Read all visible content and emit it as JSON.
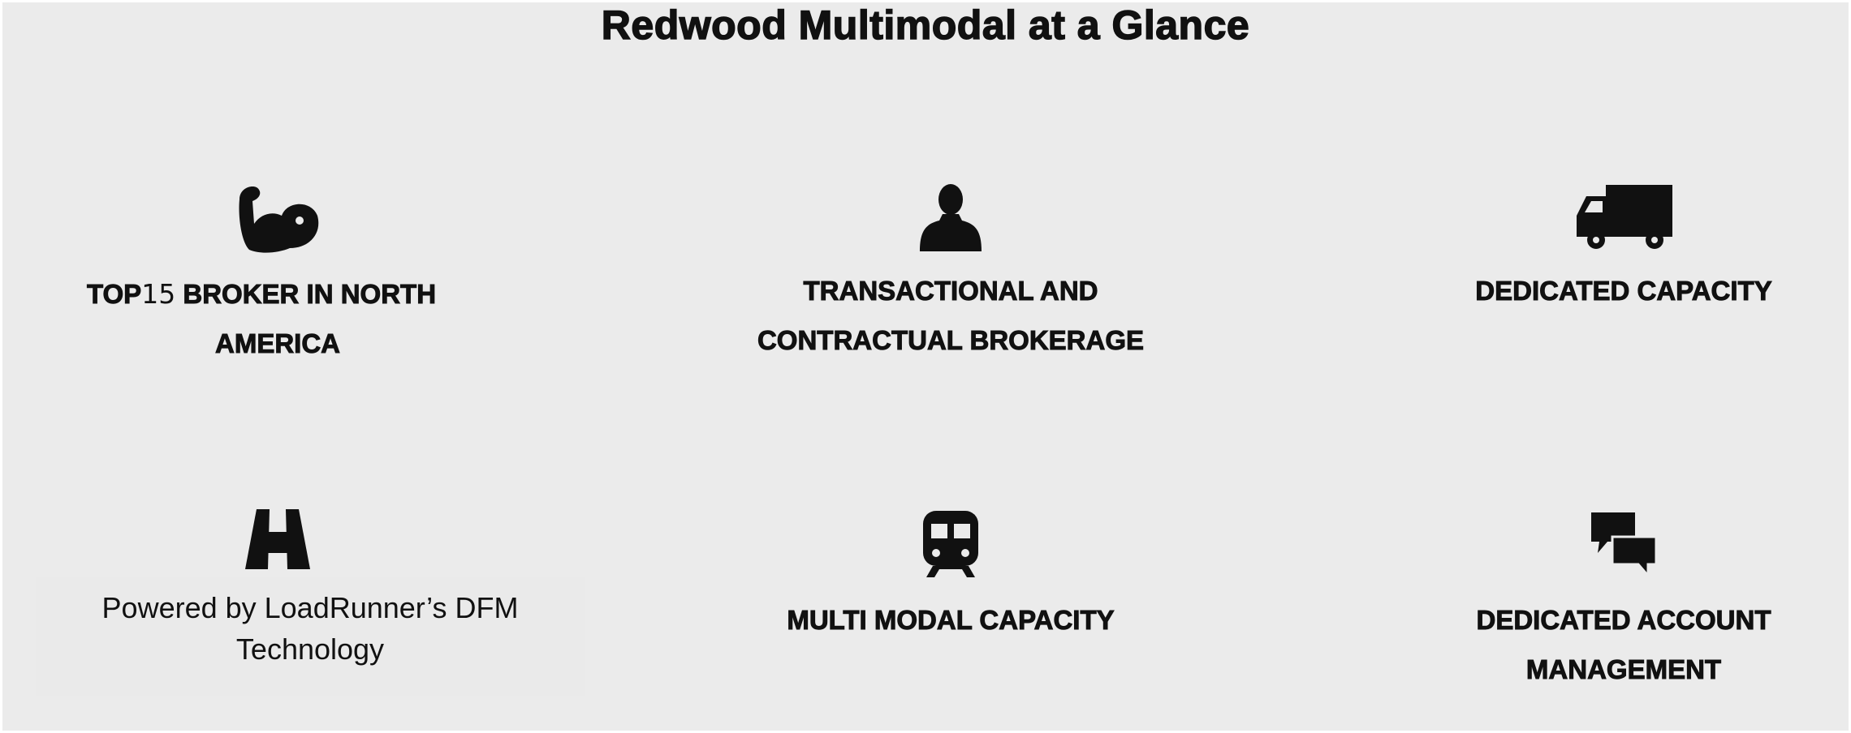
{
  "title": "Redwood Multimodal at a Glance",
  "features": [
    {
      "icon": "flexed-bicep-icon",
      "label_prefix": "TOP",
      "label_number": "15",
      "label_rest": " BROKER IN NORTH",
      "label_line2": "AMERICA"
    },
    {
      "icon": "person-icon",
      "label": "TRANSACTIONAL AND",
      "label_line2": "CONTRACTUAL BROKERAGE"
    },
    {
      "icon": "truck-icon",
      "label": "DEDICATED CAPACITY"
    },
    {
      "icon": "road-icon",
      "caption_line1": "Powered by LoadRunner’s DFM",
      "caption_line2": "Technology"
    },
    {
      "icon": "train-icon",
      "label": "MULTI MODAL CAPACITY"
    },
    {
      "icon": "chat-bubbles-icon",
      "label": "DEDICATED ACCOUNT",
      "label_line2": "MANAGEMENT"
    }
  ]
}
